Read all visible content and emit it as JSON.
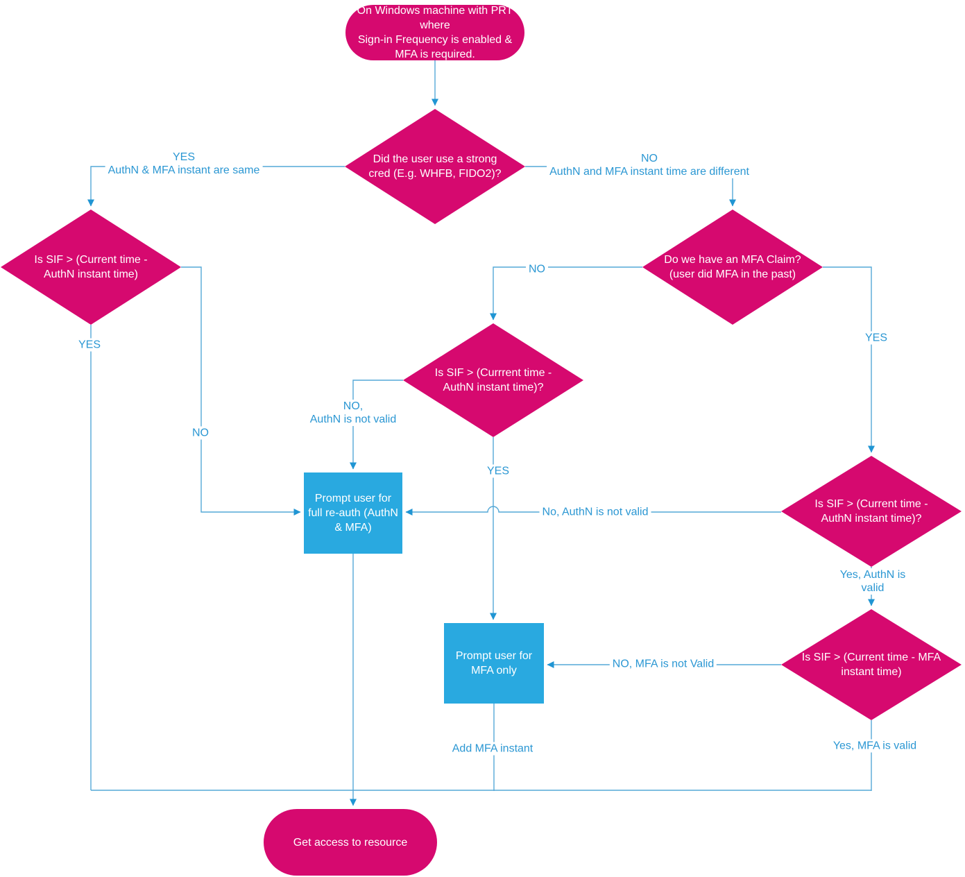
{
  "diagram": {
    "type": "flowchart",
    "colors": {
      "shape_magenta": "#d6096f",
      "shape_blue": "#29a9e0",
      "connector": "#54a8d7",
      "arrow": "#2095d3",
      "label_text": "#2b97d3",
      "shape_text": "#ffffff"
    },
    "nodes": {
      "start": {
        "type": "terminator",
        "label": "On Windows machine with PRT\nwhere\nSign-in Frequency is enabled &\nMFA is required."
      },
      "strong_cred": {
        "type": "decision",
        "label": "Did the user use a strong\ncred (E.g. WHFB, FIDO2)?"
      },
      "sif_left": {
        "type": "decision",
        "label": "Is SIF > (Current time -\nAuthN instant time)"
      },
      "mfa_claim": {
        "type": "decision",
        "label": "Do we have an MFA Claim?\n(user did MFA in the past)"
      },
      "sif_mid": {
        "type": "decision",
        "label": "Is SIF > (Currrent time -\nAuthN instant time)?"
      },
      "full_reauth": {
        "type": "process",
        "label": "Prompt user for\nfull re-auth (AuthN\n& MFA)"
      },
      "sif_right": {
        "type": "decision",
        "label": "Is SIF > (Current time -\nAuthN instant time)?"
      },
      "sif_mfa": {
        "type": "decision",
        "label": "Is SIF > (Current time - MFA\ninstant time)"
      },
      "mfa_only": {
        "type": "process",
        "label": "Prompt user for\nMFA only"
      },
      "end": {
        "type": "terminator",
        "label": "Get access to resource"
      }
    },
    "edge_labels": {
      "strong_yes": "YES\nAuthN & MFA instant are same",
      "strong_no": "NO\nAuthN and MFA instant time are different",
      "left_yes": "YES",
      "left_no": "NO",
      "claim_no": "NO",
      "claim_yes": "YES",
      "mid_no": "NO,\nAuthN is not valid",
      "mid_yes": "YES",
      "right_no": "No, AuthN is not valid",
      "right_yes": "Yes, AuthN is valid",
      "mfa_no": "NO, MFA is not Valid",
      "mfa_yes": "Yes, MFA is valid",
      "add_mfa": "Add MFA instant"
    }
  }
}
